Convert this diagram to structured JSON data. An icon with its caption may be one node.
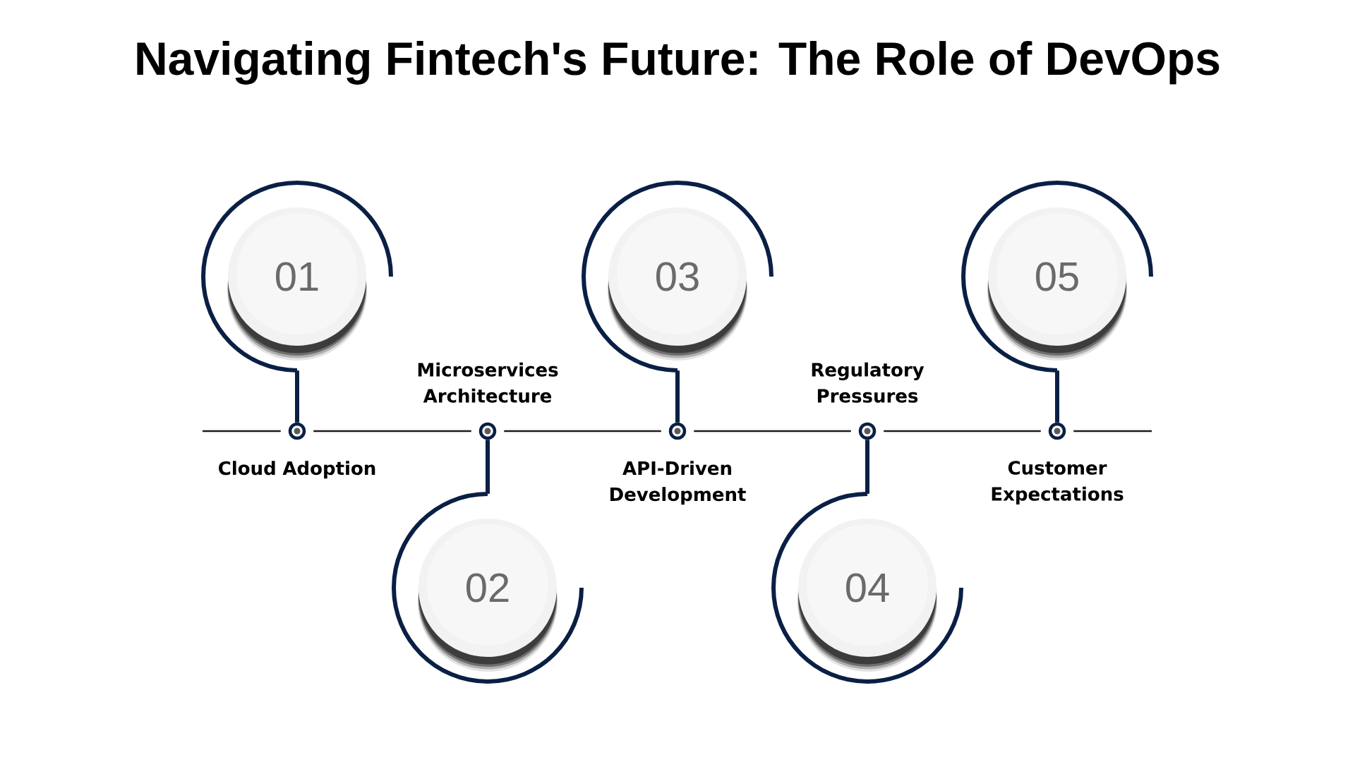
{
  "diagram": {
    "title": "Navigating Fintech's Future: The Role of DevOps",
    "nodes": [
      {
        "text": [
          "01"
        ]
      },
      {
        "text": [
          "02"
        ]
      },
      {
        "text": [
          "03"
        ]
      },
      {
        "text": [
          "04"
        ]
      },
      {
        "text": [
          "05"
        ]
      },
      {
        "text": [],
        "shape": "circle",
        "beside": [
          "Cloud Adoption"
        ]
      },
      {
        "text": [],
        "shape": "circle",
        "beside": [
          "Microservices Architecture"
        ]
      },
      {
        "text": [],
        "shape": "circle",
        "beside": [
          "API-Driven Development"
        ]
      },
      {
        "text": [],
        "shape": "circle",
        "beside": [
          "Regulatory Pressures"
        ]
      },
      {
        "text": [],
        "shape": "circle",
        "beside": [
          "Customer Expectations"
        ]
      }
    ],
    "edges": [
      {
        "from": 0,
        "to": 5,
        "arrow": "none",
        "style": "thick",
        "color": "#0a1f44"
      },
      {
        "from": 1,
        "to": 6,
        "arrow": "none",
        "style": "thick",
        "color": "#0a1f44"
      },
      {
        "from": 2,
        "to": 7,
        "arrow": "none",
        "style": "thick",
        "color": "#0a1f44"
      },
      {
        "from": 3,
        "to": 8,
        "arrow": "none",
        "style": "thick",
        "color": "#0a1f44"
      },
      {
        "from": 4,
        "to": 9,
        "arrow": "none",
        "style": "thick",
        "color": "#0a1f44"
      },
      {
        "from": null,
        "to": 5,
        "arrow": "none"
      },
      {
        "from": 5,
        "to": 6,
        "arrow": "none"
      },
      {
        "from": 6,
        "to": 7,
        "arrow": "none"
      },
      {
        "from": 7,
        "to": 8,
        "arrow": "none"
      },
      {
        "from": 8,
        "to": 9,
        "arrow": "none"
      },
      {
        "from": 9,
        "to": null,
        "arrow": "none"
      }
    ]
  }
}
